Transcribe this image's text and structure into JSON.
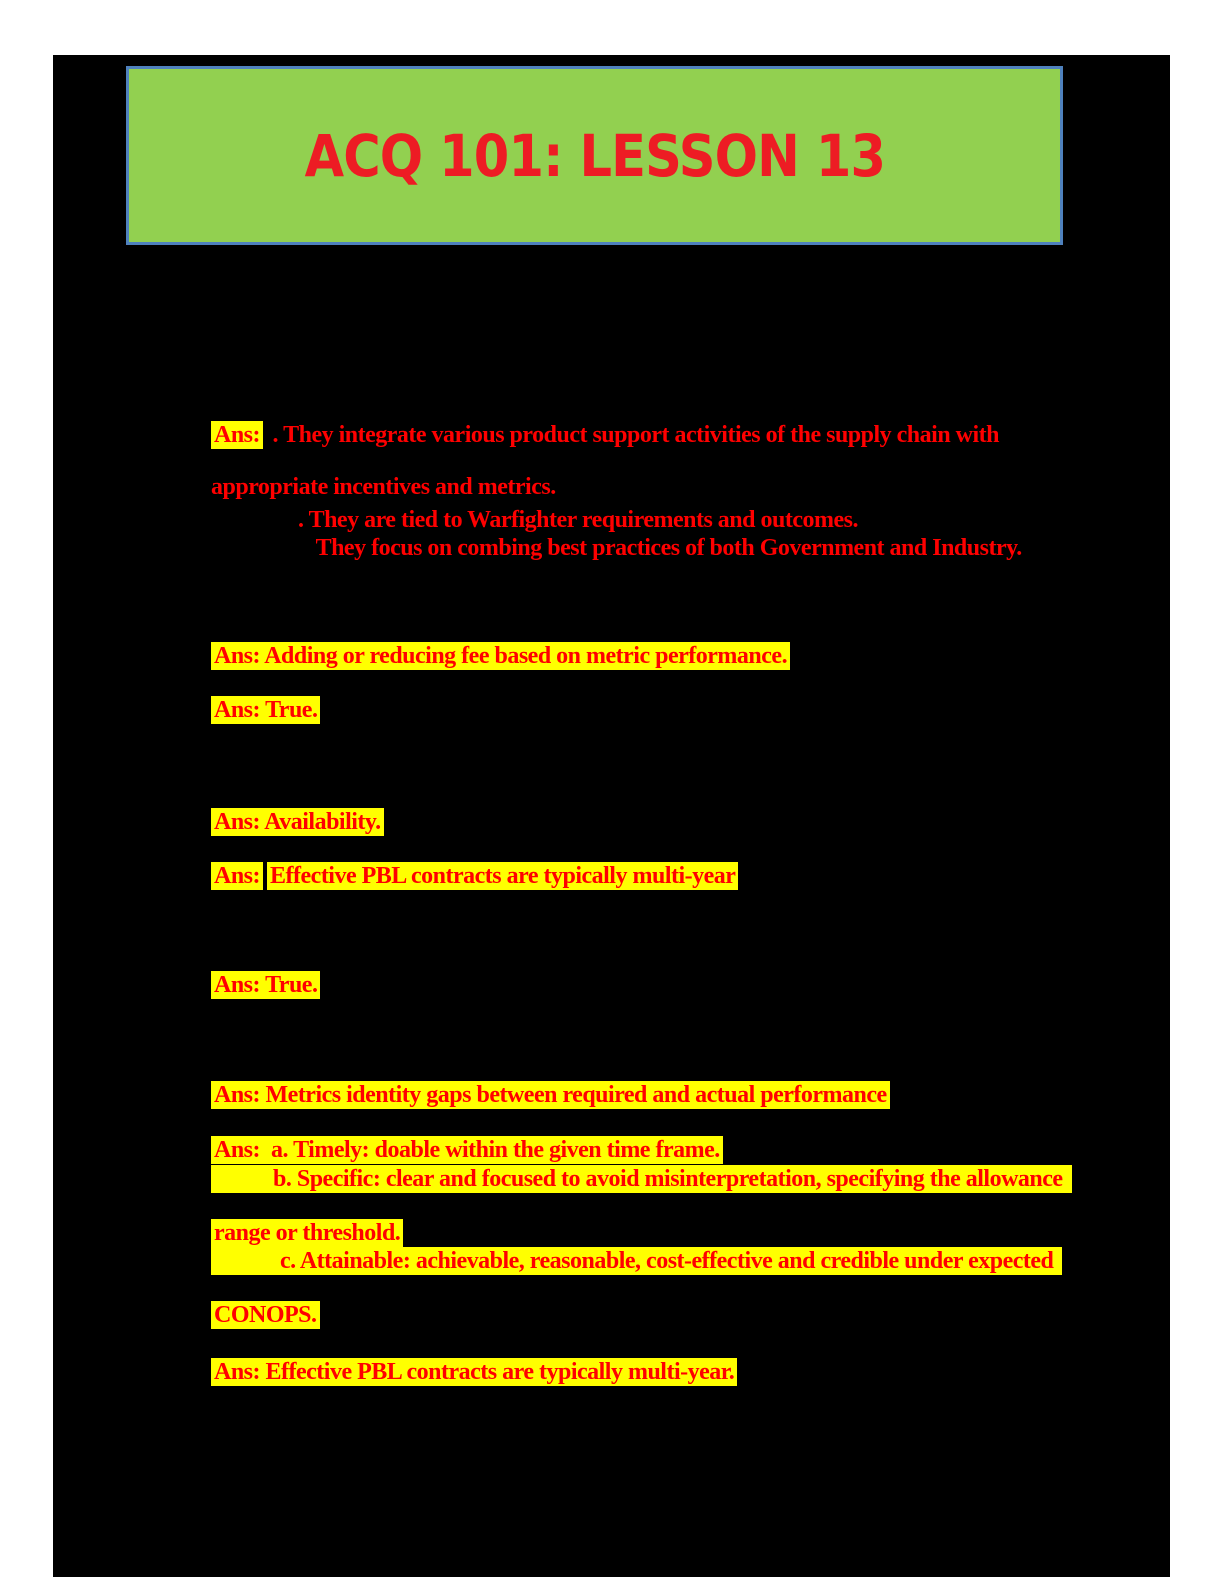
{
  "header": {
    "title": "ACQ 101: LESSON 13"
  },
  "colors": {
    "page_background": "#000000",
    "banner_background": "#92D050",
    "banner_border": "#4F81BD",
    "title_red": "#ED1C24",
    "answer_red": "#FF0000",
    "highlight_yellow": "#FFFF00"
  },
  "block1": {
    "label": "Ans:",
    "line1": " . They integrate various product support activities of the supply chain with",
    "line2": "appropriate incentives and metrics.",
    "line3": ". They are tied to Warfighter requirements and outcomes.",
    "line4": "They focus on combing best practices of both Government and Industry."
  },
  "answers": [
    {
      "text": "Ans: Adding or reducing fee based on metric performance."
    },
    {
      "text": "Ans: True."
    },
    {
      "text": "Ans: Availability."
    },
    {
      "label": "Ans:",
      "text": "Effective PBL contracts are typically multi-year"
    },
    {
      "text": "Ans: True."
    },
    {
      "text": "Ans: Metrics identity gaps between required and actual performance"
    },
    {
      "text": "Ans:  a. Timely: doable within the given time frame."
    },
    {
      "text": "b. Specific: clear and focused to avoid misinterpretation, specifying the allowance"
    },
    {
      "text": "range or threshold."
    },
    {
      "text": "c. Attainable: achievable, reasonable, cost-effective and credible under expected"
    },
    {
      "text": "CONOPS."
    },
    {
      "text": "Ans: Effective PBL contracts are typically multi-year."
    }
  ]
}
